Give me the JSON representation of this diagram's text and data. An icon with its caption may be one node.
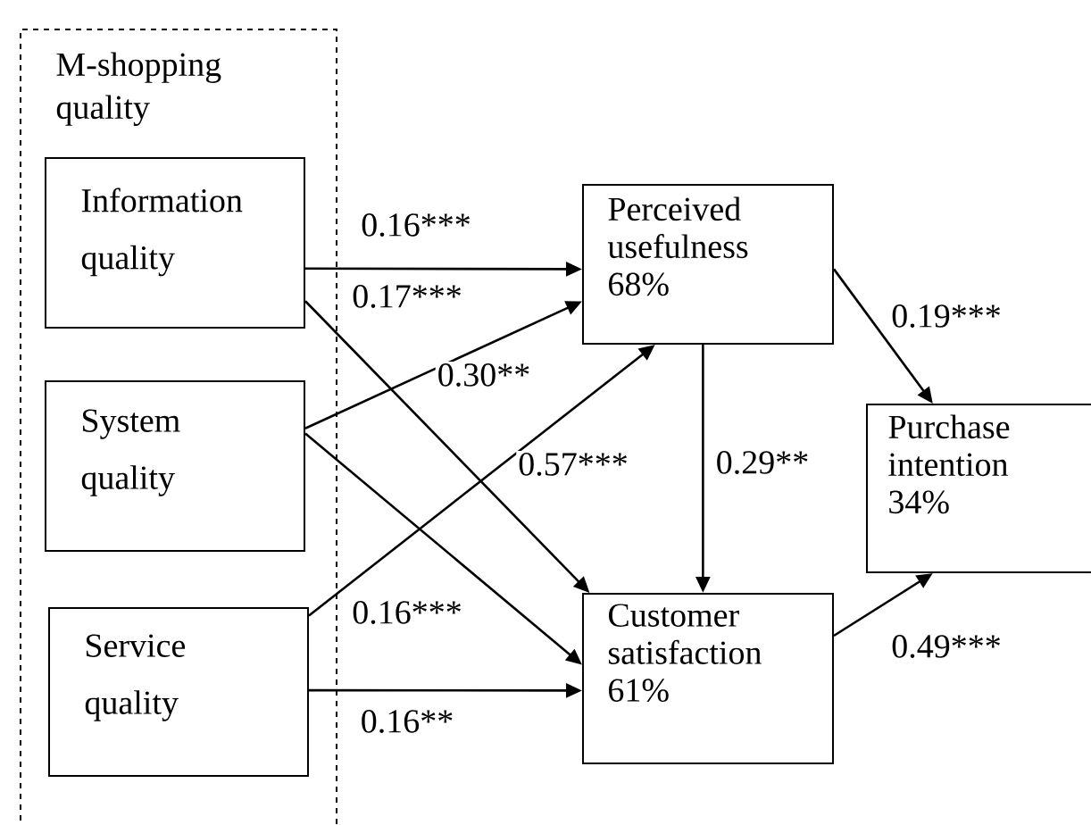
{
  "diagram": {
    "nodes": [
      {
        "text": [
          "M-shopping quality"
        ]
      },
      {
        "text": [
          "Information quality"
        ],
        "in": 0
      },
      {
        "text": [
          "System quality"
        ],
        "in": 0
      },
      {
        "text": [
          "Service quality"
        ],
        "in": 0
      },
      {
        "text": [
          "Perceived usefulness",
          "68%"
        ]
      },
      {
        "text": [
          "Customer satisfaction",
          "61%"
        ]
      },
      {
        "text": [
          "Purchase intention",
          "34%"
        ]
      }
    ],
    "edges": [
      {
        "from": 1,
        "to": 4,
        "arrow": "to",
        "label": "0.16***"
      },
      {
        "from": 1,
        "to": 5,
        "arrow": "to",
        "label": "0.17***"
      },
      {
        "from": 2,
        "to": 4,
        "arrow": "to",
        "label": "0.30**"
      },
      {
        "from": 2,
        "to": 5,
        "arrow": "to",
        "label": "0.16***"
      },
      {
        "from": 3,
        "to": 4,
        "arrow": "to",
        "label": "0.57***"
      },
      {
        "from": 3,
        "to": 5,
        "arrow": "to",
        "label": "0.16**"
      },
      {
        "from": 4,
        "to": 5,
        "arrow": "to",
        "label": "0.29**"
      },
      {
        "from": 4,
        "to": 6,
        "arrow": "to",
        "label": "0.19***"
      },
      {
        "from": 5,
        "to": 6,
        "arrow": "to",
        "label": "0.49***"
      }
    ]
  }
}
